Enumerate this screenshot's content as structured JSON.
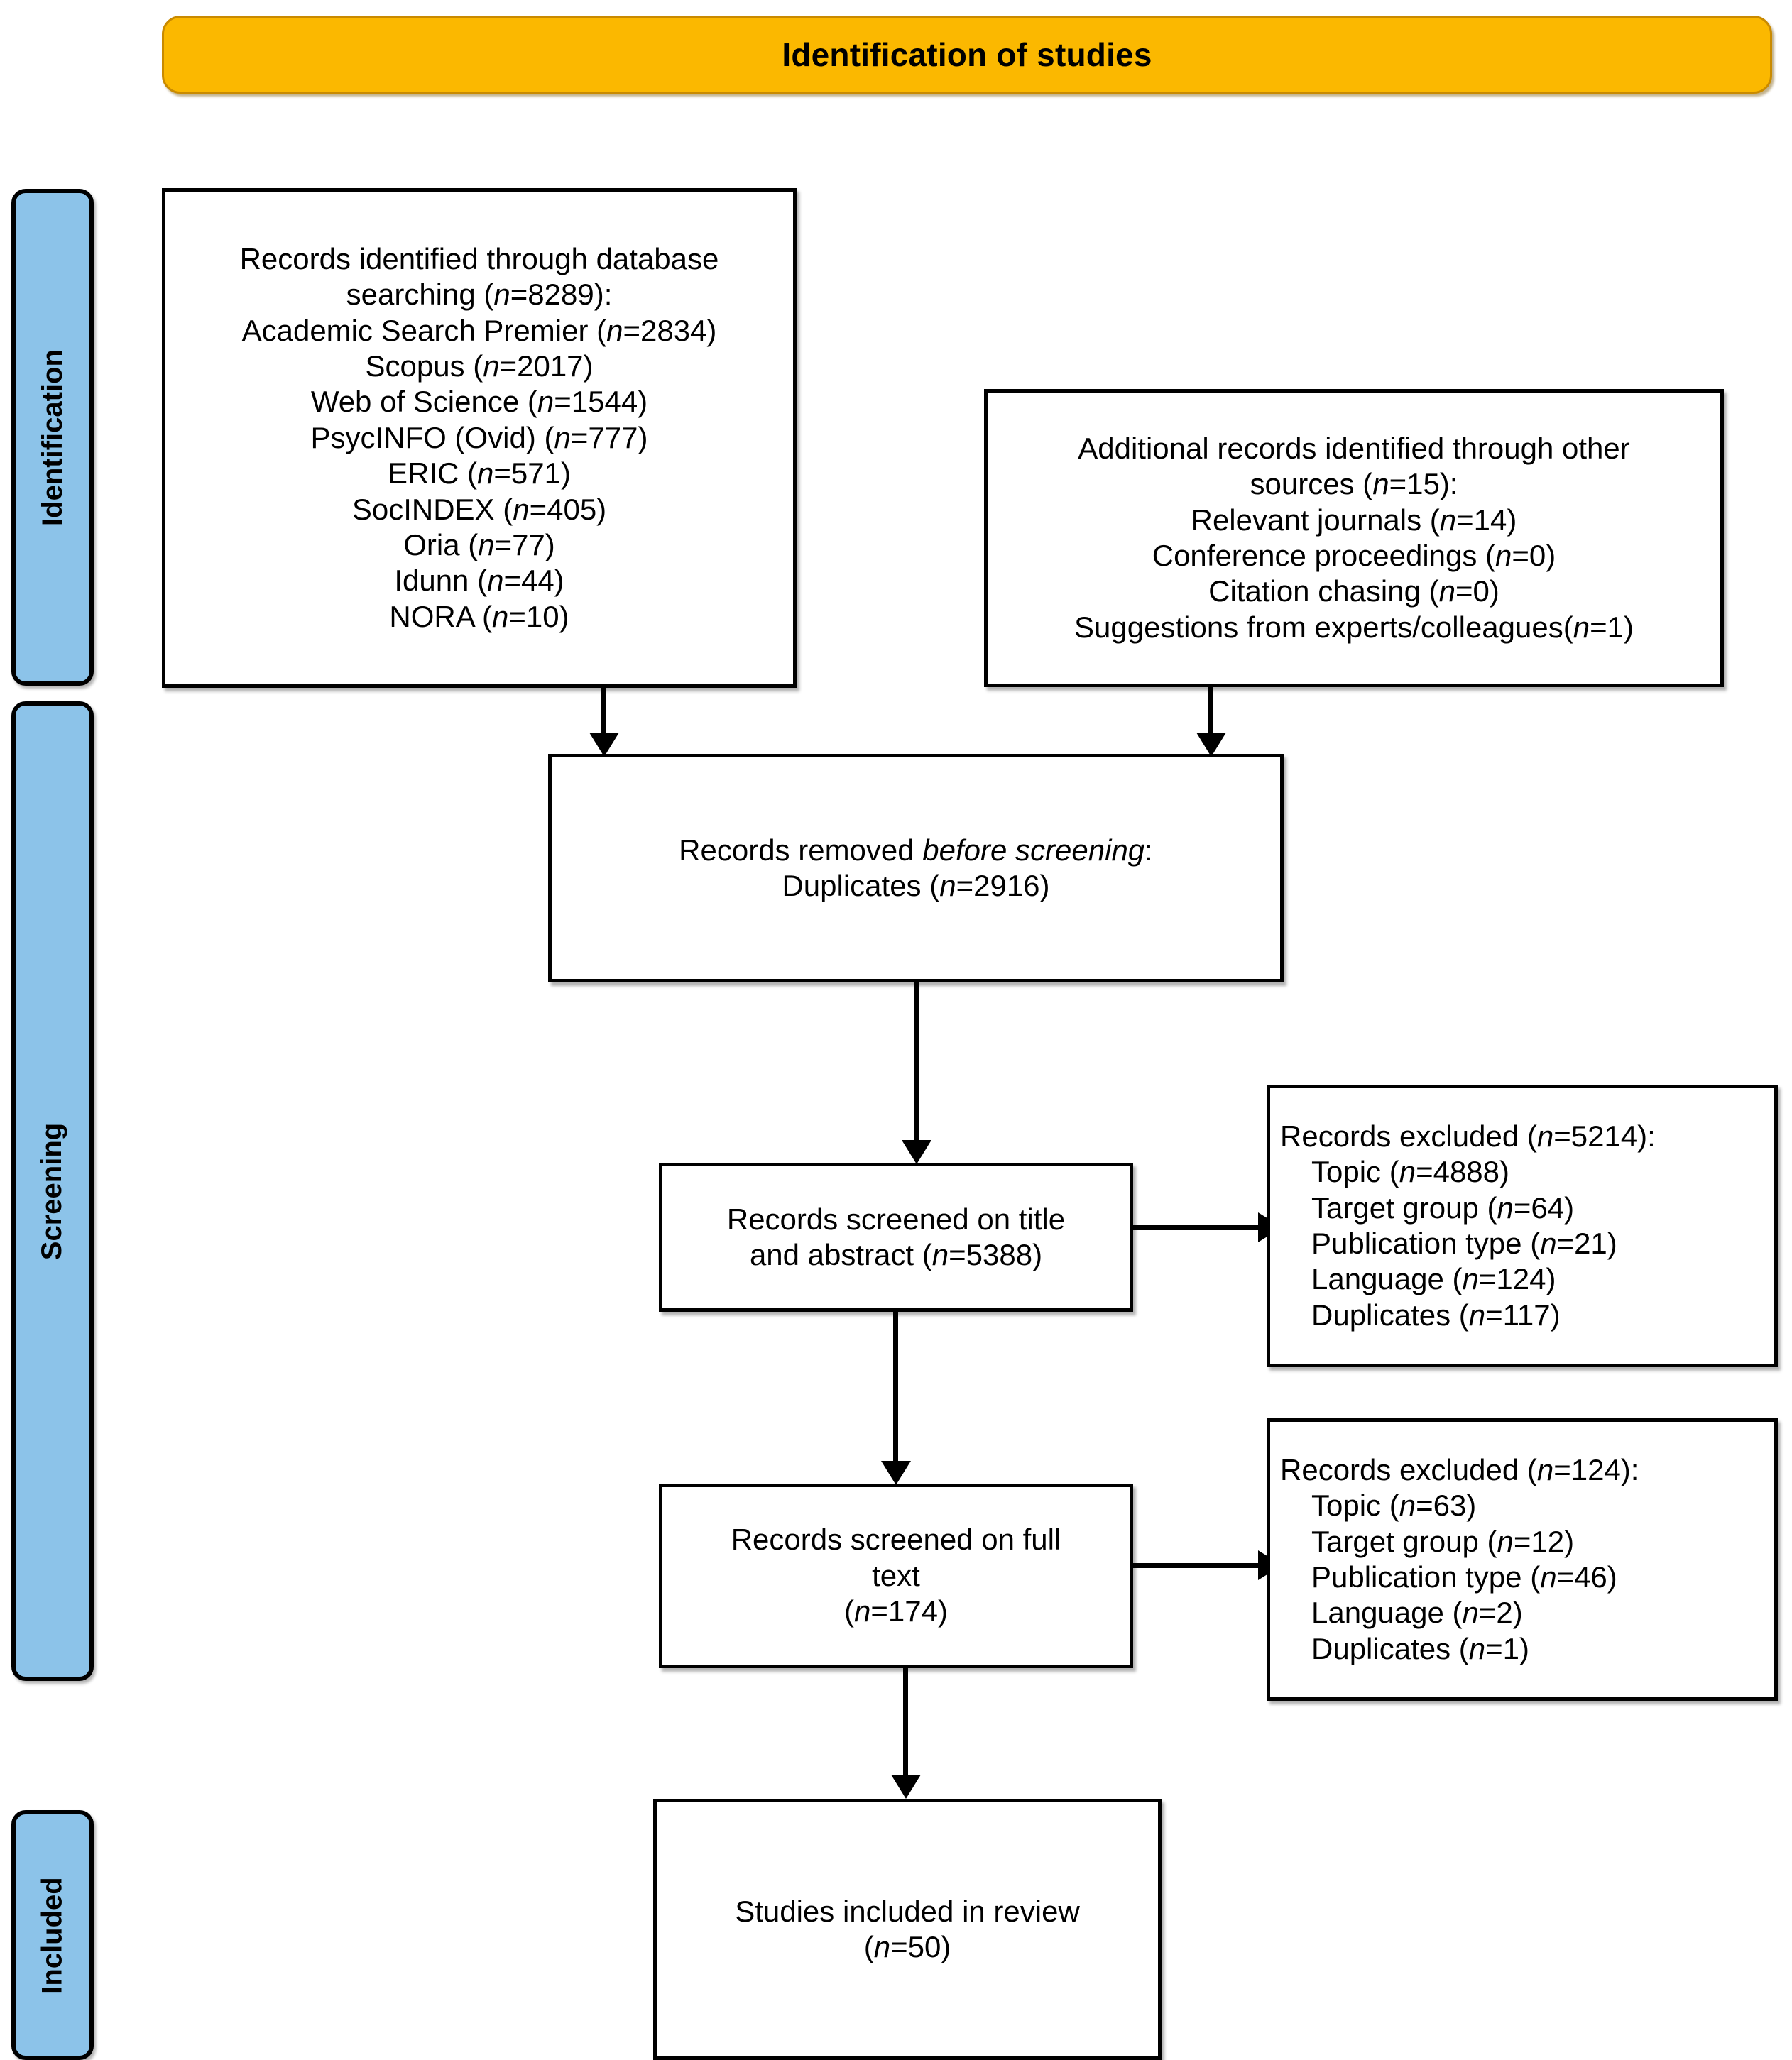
{
  "banner": {
    "title": "Identification of studies",
    "color": "#FBB800"
  },
  "stages": [
    {
      "label": "Identification"
    },
    {
      "label": "Screening"
    },
    {
      "label": "Included"
    }
  ],
  "stage_color": "#8CC3E9",
  "boxes": {
    "database_records": {
      "lines": [
        "Records identified through database",
        "searching (n=8289):",
        "Academic Search Premier (n=2834)",
        "Scopus (n=2017)",
        "Web of Science (n=1544)",
        "PsycINFO (Ovid) (n=777)",
        "ERIC (n=571)",
        "SocINDEX (n=405)",
        "Oria (n=77)",
        "Idunn (n=44)",
        "NORA (n=10)"
      ]
    },
    "other_sources": {
      "lines": [
        "Additional records identified through other",
        "sources (n=15):",
        "Relevant journals (n=14)",
        "Conference proceedings (n=0)",
        "Citation chasing (n=0)",
        "Suggestions from experts/colleagues(n=1)"
      ]
    },
    "removed_before_screening": {
      "lines": [
        "Records removed before screening:",
        "Duplicates (n=2916)"
      ]
    },
    "screened_title_abstract": {
      "lines": [
        "Records screened on title",
        "and abstract (n=5388)"
      ]
    },
    "excluded_title_abstract": {
      "lines": [
        "Records excluded (n=5214):",
        "Topic (n=4888)",
        "Target group (n=64)",
        "Publication type (n=21)",
        "Language (n=124)",
        "Duplicates (n=117)"
      ]
    },
    "screened_full_text": {
      "lines": [
        "Records screened on full",
        "text",
        "(n=174)"
      ]
    },
    "excluded_full_text": {
      "lines": [
        "Records excluded (n=124):",
        "Topic (n=63)",
        "Target group (n=12)",
        "Publication type (n=46)",
        "Language (n=2)",
        "Duplicates (n=1)"
      ]
    },
    "studies_included": {
      "lines": [
        "Studies included in review",
        "(n=50)"
      ]
    }
  },
  "chart_data": {
    "type": "diagram",
    "title": "Identification of studies",
    "diagram_kind": "PRISMA flow diagram",
    "stages": [
      "Identification",
      "Screening",
      "Included"
    ],
    "nodes": [
      {
        "id": "database_records",
        "stage": "Identification",
        "label": "Records identified through database searching",
        "n": 8289,
        "breakdown": [
          {
            "source": "Academic Search Premier",
            "n": 2834
          },
          {
            "source": "Scopus",
            "n": 2017
          },
          {
            "source": "Web of Science",
            "n": 1544
          },
          {
            "source": "PsycINFO (Ovid)",
            "n": 777
          },
          {
            "source": "ERIC",
            "n": 571
          },
          {
            "source": "SocINDEX",
            "n": 405
          },
          {
            "source": "Oria",
            "n": 77
          },
          {
            "source": "Idunn",
            "n": 44
          },
          {
            "source": "NORA",
            "n": 10
          }
        ]
      },
      {
        "id": "other_sources",
        "stage": "Identification",
        "label": "Additional records identified through other sources",
        "n": 15,
        "breakdown": [
          {
            "source": "Relevant journals",
            "n": 14
          },
          {
            "source": "Conference proceedings",
            "n": 0
          },
          {
            "source": "Citation chasing",
            "n": 0
          },
          {
            "source": "Suggestions from experts/colleagues",
            "n": 1
          }
        ]
      },
      {
        "id": "removed_before_screening",
        "stage": "Screening",
        "label": "Records removed before screening: Duplicates",
        "n": 2916
      },
      {
        "id": "screened_title_abstract",
        "stage": "Screening",
        "label": "Records screened on title and abstract",
        "n": 5388
      },
      {
        "id": "excluded_title_abstract",
        "stage": "Screening",
        "label": "Records excluded",
        "n": 5214,
        "breakdown": [
          {
            "reason": "Topic",
            "n": 4888
          },
          {
            "reason": "Target group",
            "n": 64
          },
          {
            "reason": "Publication type",
            "n": 21
          },
          {
            "reason": "Language",
            "n": 124
          },
          {
            "reason": "Duplicates",
            "n": 117
          }
        ]
      },
      {
        "id": "screened_full_text",
        "stage": "Screening",
        "label": "Records screened on full text",
        "n": 174
      },
      {
        "id": "excluded_full_text",
        "stage": "Screening",
        "label": "Records excluded",
        "n": 124,
        "breakdown": [
          {
            "reason": "Topic",
            "n": 63
          },
          {
            "reason": "Target group",
            "n": 12
          },
          {
            "reason": "Publication type",
            "n": 46
          },
          {
            "reason": "Language",
            "n": 2
          },
          {
            "reason": "Duplicates",
            "n": 1
          }
        ]
      },
      {
        "id": "studies_included",
        "stage": "Included",
        "label": "Studies included in review",
        "n": 50
      }
    ],
    "edges": [
      {
        "from": "database_records",
        "to": "removed_before_screening"
      },
      {
        "from": "other_sources",
        "to": "removed_before_screening"
      },
      {
        "from": "removed_before_screening",
        "to": "screened_title_abstract"
      },
      {
        "from": "screened_title_abstract",
        "to": "excluded_title_abstract"
      },
      {
        "from": "screened_title_abstract",
        "to": "screened_full_text"
      },
      {
        "from": "screened_full_text",
        "to": "excluded_full_text"
      },
      {
        "from": "screened_full_text",
        "to": "studies_included"
      }
    ]
  }
}
